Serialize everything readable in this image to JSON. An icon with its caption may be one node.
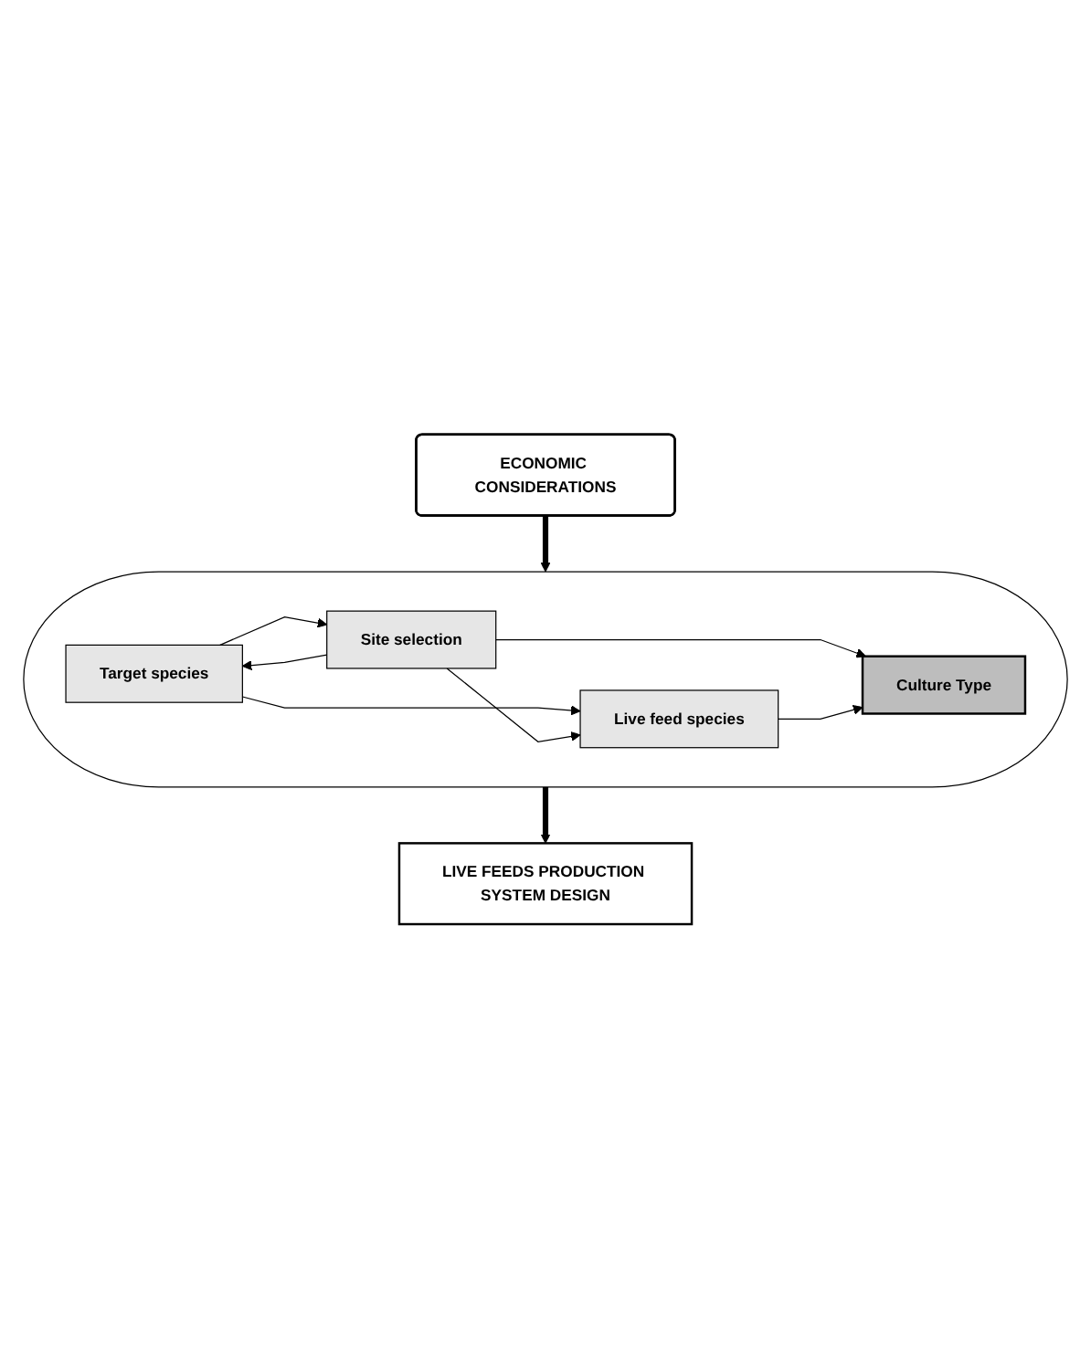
{
  "diagram": {
    "nodes": [
      {
        "text": [
          "ECONOMIC CONSIDERATIONS"
        ]
      },
      {
        "text": [],
        "shape": "ellipse"
      },
      {
        "text": [
          "Target species"
        ],
        "in": 1
      },
      {
        "text": [
          "Site selection"
        ],
        "in": 1
      },
      {
        "text": [
          "Live feed species"
        ],
        "in": 1
      },
      {
        "text": [
          "Culture Type"
        ],
        "in": 1
      },
      {
        "text": [
          "LIVE FEEDS PRODUCTION SYSTEM DESIGN"
        ]
      }
    ],
    "edges": [
      {
        "from": 0,
        "to": 1,
        "arrow": "to",
        "style": "thick"
      },
      {
        "from": 2,
        "to": 3,
        "arrow": "to"
      },
      {
        "from": 3,
        "to": 2,
        "arrow": "to"
      },
      {
        "from": 2,
        "to": 4,
        "arrow": "to"
      },
      {
        "from": 3,
        "to": 4,
        "arrow": "to"
      },
      {
        "from": 3,
        "to": 5,
        "arrow": "to"
      },
      {
        "from": 4,
        "to": 5,
        "arrow": "to"
      },
      {
        "from": 1,
        "to": 6,
        "arrow": "to",
        "style": "thick"
      }
    ]
  }
}
